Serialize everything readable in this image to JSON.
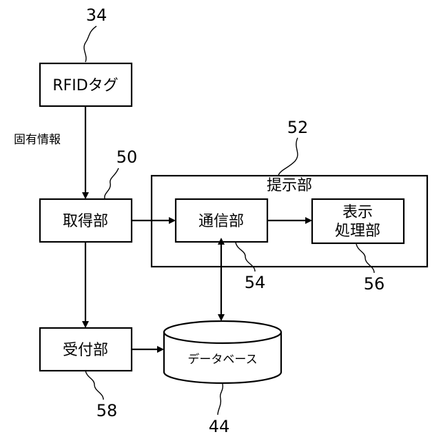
{
  "labels": {
    "rfid_tag": "RFIDタグ",
    "unique_info": "固有情報",
    "acquisition": "取得部",
    "presentation": "提示部",
    "communication": "通信部",
    "display_line1": "表示",
    "display_line2": "処理部",
    "reception": "受付部",
    "database": "データベース"
  },
  "refs": {
    "rfid_tag": "34",
    "acquisition": "50",
    "presentation": "52",
    "communication": "54",
    "display": "56",
    "reception": "58",
    "database": "44"
  }
}
